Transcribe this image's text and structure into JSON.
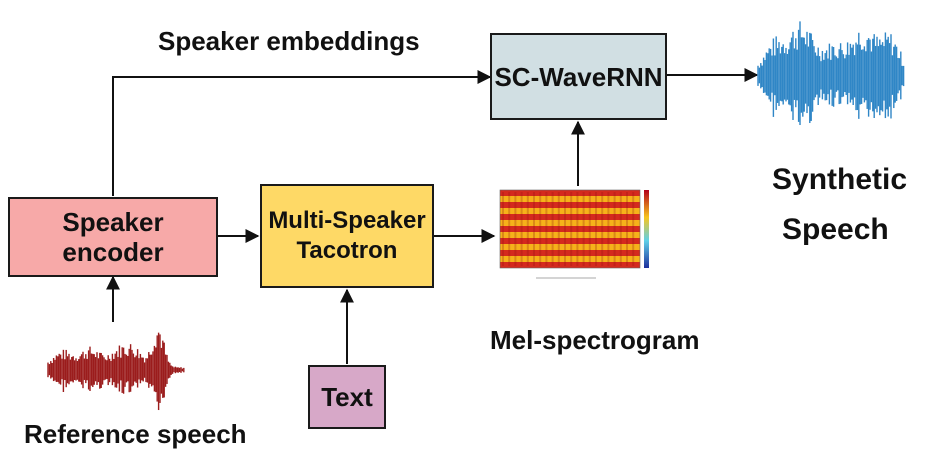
{
  "labels": {
    "speaker_embeddings": "Speaker embeddings",
    "mel_spectrogram": "Mel-spectrogram",
    "reference_speech": "Reference speech",
    "synthetic_line1": "Synthetic",
    "synthetic_line2": "Speech"
  },
  "boxes": {
    "speaker_encoder": "Speaker encoder",
    "tacotron_line1": "Multi-Speaker",
    "tacotron_line2": "Tacotron",
    "vocoder": "SC-WaveRNN",
    "text": "Text"
  },
  "colors": {
    "speaker_encoder": "#f7a9a8",
    "tacotron": "#fed966",
    "vocoder": "#d1dfe3",
    "text": "#d7a8c8",
    "reference_wave": "#9b1c1c",
    "synthetic_wave": "#2f86c6",
    "spectrogram_hot": "#d42a1e",
    "spectrogram_warm": "#f6b21a",
    "arrow": "#111111"
  },
  "icons": {
    "reference_speech": "waveform-icon",
    "synthetic_speech": "waveform-icon",
    "mel_spectrogram": "spectrogram-image"
  }
}
